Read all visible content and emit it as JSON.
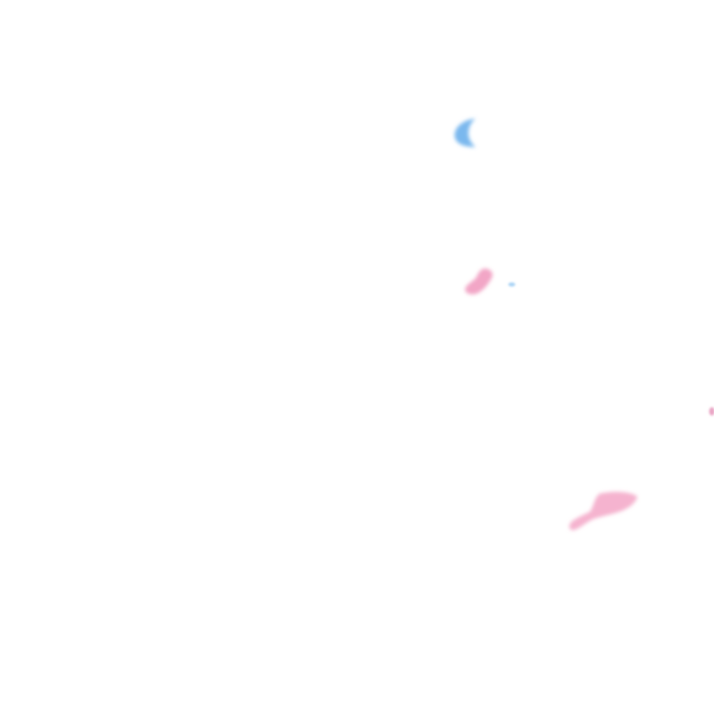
{
  "background_color": "#ffffff",
  "blobs": [
    {
      "name": "blue-crescent-blob",
      "color": "#7ab8ee"
    },
    {
      "name": "pink-blob-middle",
      "color": "#f2a6c6"
    },
    {
      "name": "blue-speck-middle",
      "color": "#a9d3f5"
    },
    {
      "name": "pink-speck-right-edge",
      "color": "#e9a4c4"
    },
    {
      "name": "pink-blob-lower-right",
      "color": "#f5b3cf"
    }
  ]
}
